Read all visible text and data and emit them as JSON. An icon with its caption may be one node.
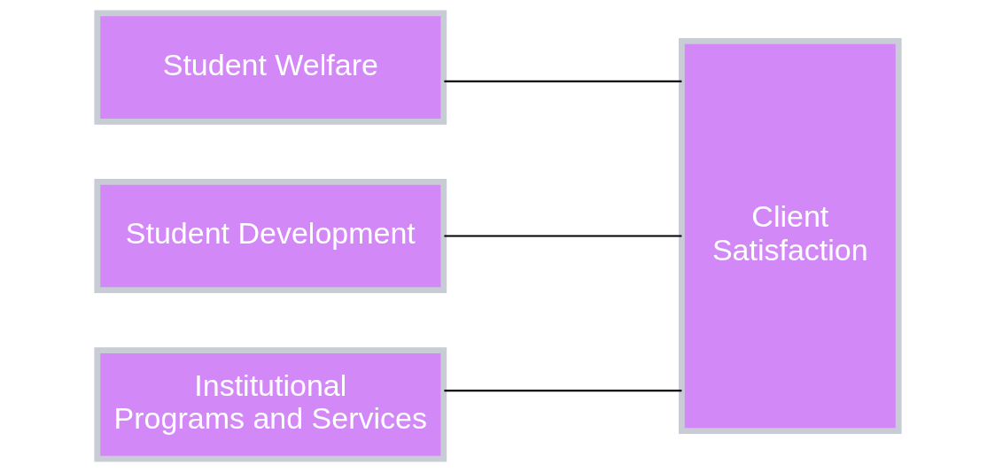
{
  "diagram": {
    "nodes": [
      {
        "text": [
          "Student Welfare"
        ]
      },
      {
        "text": [
          "Student Development"
        ]
      },
      {
        "text": [
          "Institutional Programs and Services"
        ]
      },
      {
        "text": [
          "Client Satisfaction"
        ]
      }
    ],
    "edges": [
      {
        "from": 0,
        "to": 3,
        "arrow": "none"
      },
      {
        "from": 1,
        "to": 3,
        "arrow": "none"
      },
      {
        "from": 2,
        "to": 3,
        "arrow": "none"
      }
    ]
  }
}
